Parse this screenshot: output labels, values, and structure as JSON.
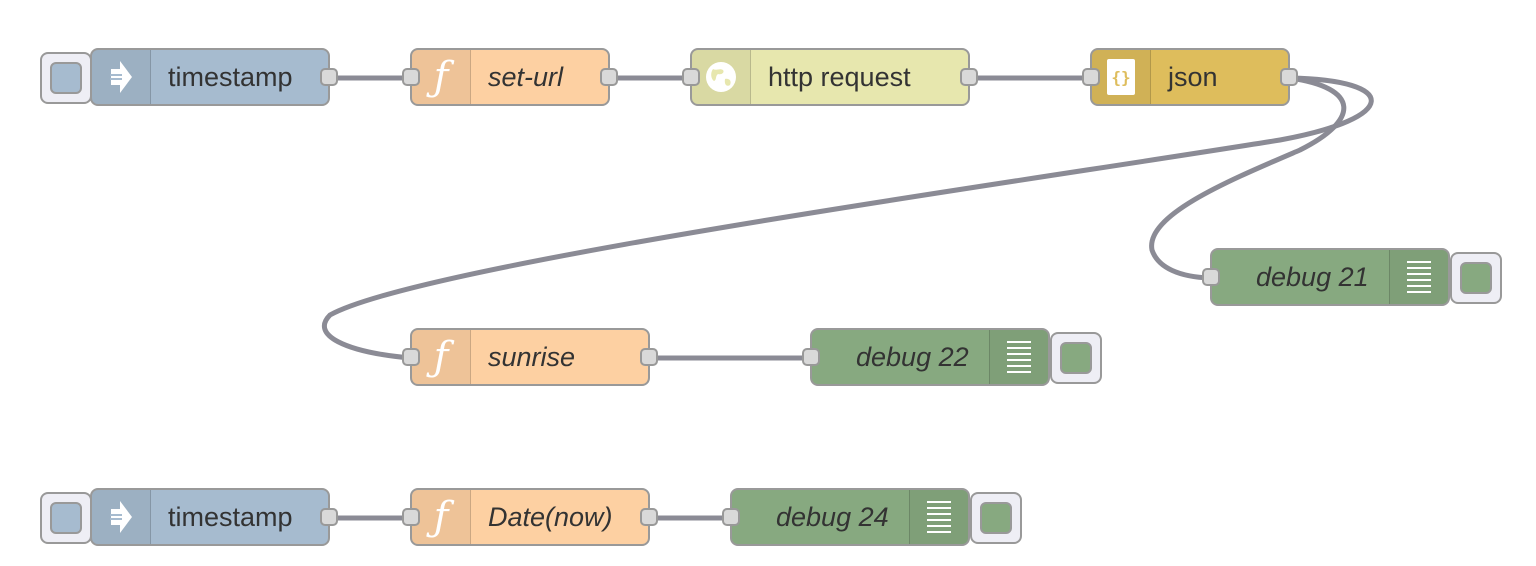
{
  "colors": {
    "inject": "#a6bbcf",
    "function": "#fdd0a2",
    "http": "#e7e7ae",
    "json": "#debd5c",
    "debug": "#87a980",
    "wire": "#8b8b95"
  },
  "nodes": {
    "inject1": {
      "label": "timestamp",
      "icon": "arrow-in-icon"
    },
    "seturl": {
      "label": "set-url",
      "icon": "function-icon"
    },
    "http": {
      "label": "http request",
      "icon": "globe-icon"
    },
    "json": {
      "label": "json",
      "icon": "json-braces-icon",
      "icon_text": "{}"
    },
    "debug21": {
      "label": "debug 21",
      "icon": "list-icon"
    },
    "sunrise": {
      "label": "sunrise",
      "icon": "function-icon"
    },
    "debug22": {
      "label": "debug 22",
      "icon": "list-icon"
    },
    "inject2": {
      "label": "timestamp",
      "icon": "arrow-in-icon"
    },
    "datenow": {
      "label": "Date(now)",
      "icon": "function-icon"
    },
    "debug24": {
      "label": "debug 24",
      "icon": "list-icon"
    }
  },
  "function_glyph": "ƒ"
}
